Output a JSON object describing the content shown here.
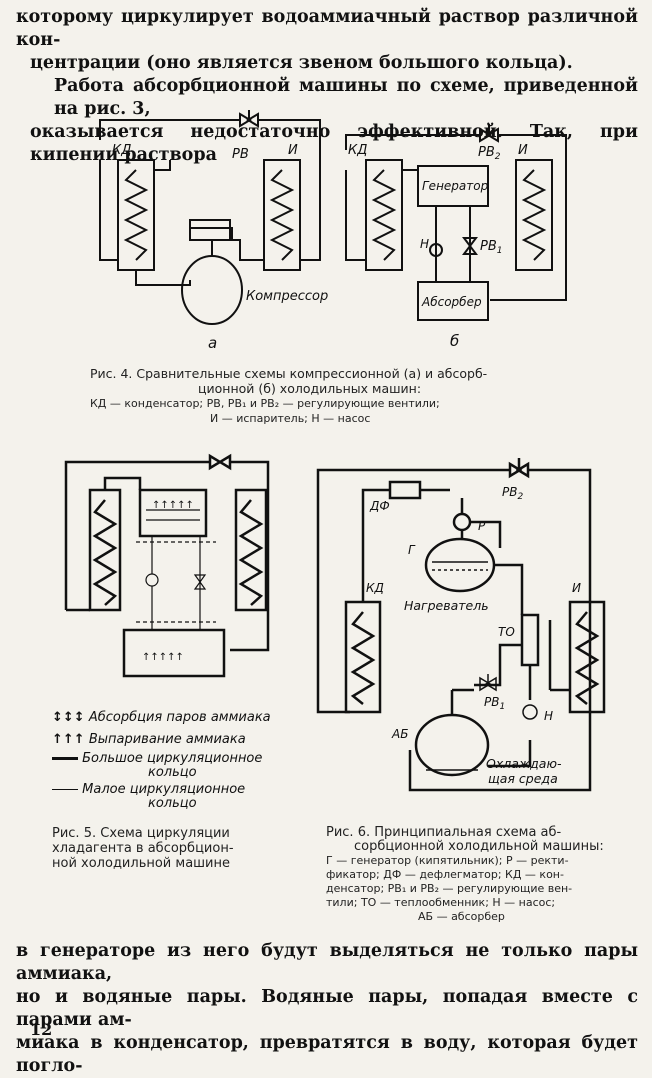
{
  "top_text": {
    "line1": "которому циркулирует водоаммиачный раствор различной кон-",
    "line2": "центрации (оно является звеном большого кольца).",
    "line3": "Работа абсорбционной машины по схеме, приведенной на рис. 3,",
    "line4": "оказывается недостаточно эффективной. Так, при кипении раствора"
  },
  "fig4": {
    "label_kd": "КД",
    "label_rv": "РВ",
    "label_i": "И",
    "label_compressor": "Компрессор",
    "label_a": "а",
    "label_kd2": "КД",
    "label_rv2": "РВ",
    "label_rv2_sub": "2",
    "label_i2": "И",
    "label_generator": "Генератор",
    "label_n": "Н",
    "label_rv1": "РВ",
    "label_rv1_sub": "1",
    "label_absorber": "Абсорбер",
    "label_b": "б",
    "caption_line1": "Рис. 4. Сравнительные схемы компрессионной (а) и абсорб-",
    "caption_line2": "ционной (б) холодильных машин:",
    "caption_line3": "КД — конденсатор; РВ, РВ₁ и РВ₂ — регулирующие вентили;",
    "caption_line4": "И — испаритель; Н — насос"
  },
  "fig5": {
    "legend1": "Абсорбция паров аммиака",
    "legend2": "Выпаривание аммиака",
    "legend3a": "Большое циркуляционное",
    "legend3b": "кольцо",
    "legend4a": "Малое циркуляционное",
    "legend4b": "кольцо",
    "caption_line1": "Рис. 5. Схема циркуляции",
    "caption_line2": "хладагента в абсорбцион-",
    "caption_line3": "ной холодильной машине"
  },
  "fig6": {
    "label_df": "ДФ",
    "label_r": "Р",
    "label_g": "Г",
    "label_heater": "Нагреватель",
    "label_kd": "КД",
    "label_to": "ТО",
    "label_i": "И",
    "label_rv2": "РВ",
    "label_rv2_sub": "2",
    "label_rv1": "РВ",
    "label_rv1_sub": "1",
    "label_n": "Н",
    "label_ab": "АБ",
    "label_cool1": "Охлаждаю-",
    "label_cool2": "щая среда",
    "caption_line1": "Рис. 6. Принципиальная схема аб-",
    "caption_line2": "сорбционной холодильной машины:",
    "caption_line3": "Г — генератор (кипятильник); Р — ректи-",
    "caption_line4": "фикатор; ДФ — дефлегматор; КД — кон-",
    "caption_line5": "денсатор; РВ₁ и РВ₂ — регулирующие вен-",
    "caption_line6": "тили; ТО — теплообменник; Н — насос;",
    "caption_line7": "АБ — абсорбер"
  },
  "bottom_text": {
    "line1": "в генераторе из него будут выделяться не только пары аммиака,",
    "line2": "но и водяные пары. Водяные пары, попадая вместе с парами ам-",
    "line3": "миака в конденсатор, превратятся в воду, которая будет погло-"
  },
  "page_number": "12"
}
